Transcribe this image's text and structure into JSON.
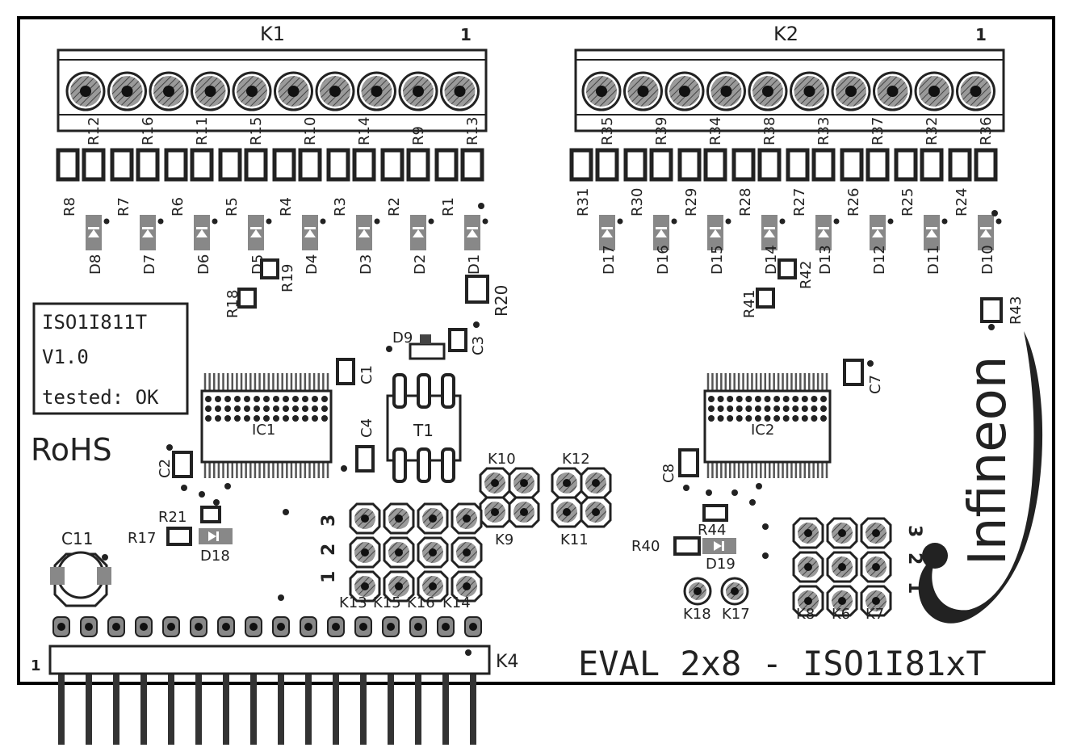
{
  "board": {
    "title": "EVAL 2x8 - ISO1I81xT",
    "info_box": {
      "line1": "ISO1I811T",
      "line2": "V1.0",
      "line3": "tested: OK"
    },
    "rohs": "RoHS",
    "logo": "Infineon",
    "colors": {
      "outline": "#000000",
      "pad": "#808080",
      "silk": "#222222",
      "copper_dark": "#111111"
    }
  },
  "connectors": {
    "k1": {
      "label": "K1",
      "pin1": "1"
    },
    "k2": {
      "label": "K2",
      "pin1": "1"
    },
    "k4": {
      "label": "K4",
      "pin1": "1"
    },
    "headers": {
      "k9": "K9",
      "k10": "K10",
      "k11": "K11",
      "k12": "K12",
      "k13": "K13",
      "k15": "K15",
      "k16": "K16",
      "k14": "K14",
      "k18": "K18",
      "k17": "K17",
      "k8": "K8",
      "k6": "K6",
      "k7": "K7"
    },
    "pin_numbers_left": [
      "3",
      "2",
      "1"
    ],
    "pin_numbers_right": [
      "3",
      "2",
      "1"
    ]
  },
  "top_resistors_left": [
    "R12",
    "R16",
    "R11",
    "R15",
    "R10",
    "R14",
    "R9",
    "R13"
  ],
  "top_resistors_right": [
    "R35",
    "R39",
    "R34",
    "R38",
    "R33",
    "R37",
    "R32",
    "R36"
  ],
  "lower_resistors_left": [
    "R8",
    "R7",
    "R6",
    "R5",
    "R4",
    "R3",
    "R2",
    "R1"
  ],
  "lower_resistors_right": [
    "R31",
    "R30",
    "R29",
    "R28",
    "R27",
    "R26",
    "R25",
    "R24"
  ],
  "diodes_left": [
    "D8",
    "D7",
    "D6",
    "D5",
    "D4",
    "D3",
    "D2",
    "D1"
  ],
  "diodes_right": [
    "D17",
    "D16",
    "D15",
    "D14",
    "D13",
    "D12",
    "D11",
    "D10"
  ],
  "components": {
    "r18": "R18",
    "r19": "R19",
    "r20": "R20",
    "r41": "R41",
    "r42": "R42",
    "r43": "R43",
    "d9": "D9",
    "c3": "C3",
    "c1": "C1",
    "c4": "C4",
    "c2": "C2",
    "c7": "C7",
    "c8": "C8",
    "t1": "T1",
    "ic1": "IC1",
    "ic2": "IC2",
    "r21": "R21",
    "r17": "R17",
    "d18": "D18",
    "c11": "C11",
    "r44": "R44",
    "r40": "R40",
    "d19": "D19"
  }
}
